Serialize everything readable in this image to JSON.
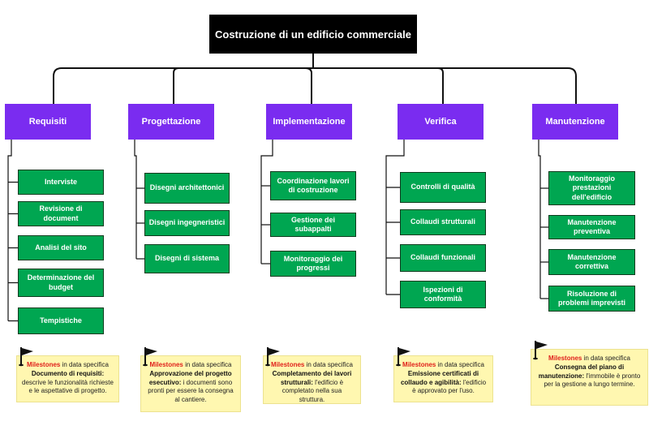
{
  "title": "Costruzione di un edificio commerciale",
  "phases": [
    {
      "label": "Requisiti",
      "tasks": [
        "Interviste",
        "Revisione di document",
        "Analisi del sito",
        "Determinazione del budget",
        "Tempistiche"
      ],
      "milestone": {
        "flag_icon": "flag-icon",
        "keyword": "Milestones",
        "pre": " in data specifica",
        "bold": "Documento di requisiti:",
        "rest": " descrive le funzionalità richieste e le aspettative di progetto."
      }
    },
    {
      "label": "Progettazione",
      "tasks": [
        "Disegni architettonici",
        "Disegni ingegneristici",
        "Disegni di sistema"
      ],
      "milestone": {
        "flag_icon": "flag-icon",
        "keyword": "Milestones",
        "pre": " in data specifica",
        "bold": "Approvazione del progetto esecutivo:",
        "rest": " i documenti sono pronti per essere la consegna al cantiere."
      }
    },
    {
      "label": "Implementazione",
      "tasks": [
        "Coordinazione lavori di costruzione",
        "Gestione dei subappalti",
        "Monitoraggio dei progressi"
      ],
      "milestone": {
        "flag_icon": "flag-icon",
        "keyword": "Milestones",
        "pre": " in data specifica",
        "bold": "Completamento dei lavori strutturali:",
        "rest": " l'edificio è completato nella sua struttura."
      }
    },
    {
      "label": "Verifica",
      "tasks": [
        "Controlli di qualità",
        "Collaudi strutturali",
        "Collaudi funzionali",
        "Ispezioni di conformità"
      ],
      "milestone": {
        "flag_icon": "flag-icon",
        "keyword": "Milestones",
        "pre": " in data specifica",
        "bold": "Emissione certificati di collaudo e agibilità:",
        "rest": " l'edificio è approvato per l'uso."
      }
    },
    {
      "label": "Manutenzione",
      "tasks": [
        "Monitoraggio prestazioni dell'edificio",
        "Manutenzione preventiva",
        "Manutenzione correttiva",
        "Risoluzione di problemi imprevisti"
      ],
      "milestone": {
        "flag_icon": "flag-icon",
        "keyword": "Milestones",
        "pre": " in data specifica",
        "bold": "Consegna del piano di manutenzione:",
        "rest": " l'immobile è pronto per la gestione a lungo termine."
      }
    }
  ]
}
